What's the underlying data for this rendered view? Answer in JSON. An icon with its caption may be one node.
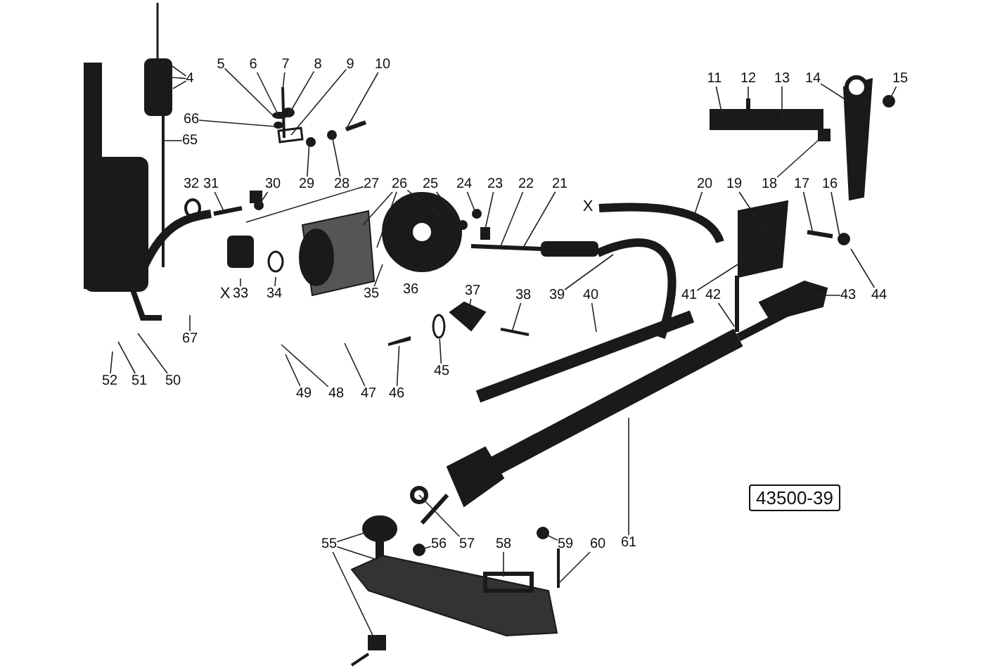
{
  "diagram": {
    "nodes": [
      {
        "text": [
          "4"
        ]
      },
      {
        "text": [
          "5"
        ]
      },
      {
        "text": [
          "6"
        ]
      },
      {
        "text": [
          "7"
        ]
      },
      {
        "text": [
          "8"
        ]
      },
      {
        "text": [
          "9"
        ]
      },
      {
        "text": [
          "10"
        ]
      },
      {
        "text": [
          "11"
        ]
      },
      {
        "text": [
          "12"
        ]
      },
      {
        "text": [
          "13"
        ]
      },
      {
        "text": [
          "14"
        ]
      },
      {
        "text": [
          "15"
        ]
      },
      {
        "text": [
          "66"
        ]
      },
      {
        "text": [
          "65"
        ]
      },
      {
        "text": [
          "32"
        ]
      },
      {
        "text": [
          "31"
        ]
      },
      {
        "text": [
          "30"
        ]
      },
      {
        "text": [
          "29"
        ]
      },
      {
        "text": [
          "28"
        ]
      },
      {
        "text": [
          "27"
        ]
      },
      {
        "text": [
          "26"
        ]
      },
      {
        "text": [
          "25"
        ]
      },
      {
        "text": [
          "24"
        ]
      },
      {
        "text": [
          "23"
        ]
      },
      {
        "text": [
          "22"
        ]
      },
      {
        "text": [
          "21"
        ]
      },
      {
        "text": [
          "20"
        ]
      },
      {
        "text": [
          "19"
        ]
      },
      {
        "text": [
          "18"
        ]
      },
      {
        "text": [
          "17"
        ]
      },
      {
        "text": [
          "16"
        ]
      },
      {
        "text": [
          "33"
        ]
      },
      {
        "text": [
          "34"
        ]
      },
      {
        "text": [
          "35"
        ]
      },
      {
        "text": [
          "36"
        ]
      },
      {
        "text": [
          "37"
        ]
      },
      {
        "text": [
          "38"
        ]
      },
      {
        "text": [
          "39"
        ]
      },
      {
        "text": [
          "40"
        ]
      },
      {
        "text": [
          "41"
        ]
      },
      {
        "text": [
          "42"
        ]
      },
      {
        "text": [
          "43"
        ]
      },
      {
        "text": [
          "44"
        ]
      },
      {
        "text": [
          "67"
        ]
      },
      {
        "text": [
          "52"
        ]
      },
      {
        "text": [
          "51"
        ]
      },
      {
        "text": [
          "50"
        ]
      },
      {
        "text": [
          "49"
        ]
      },
      {
        "text": [
          "48"
        ]
      },
      {
        "text": [
          "47"
        ]
      },
      {
        "text": [
          "46"
        ]
      },
      {
        "text": [
          "45"
        ]
      },
      {
        "text": [
          "43500-39"
        ]
      },
      {
        "text": [
          "61"
        ]
      },
      {
        "text": [
          "55"
        ]
      },
      {
        "text": [
          "56"
        ]
      },
      {
        "text": [
          "57"
        ]
      },
      {
        "text": [
          "58"
        ]
      },
      {
        "text": [
          "59"
        ]
      },
      {
        "text": [
          "60"
        ]
      },
      {
        "text": [],
        "shape": "bar"
      },
      {
        "text": [],
        "shape": "circle"
      }
    ],
    "edges": [
      {
        "from": 0,
        "to": null,
        "arrow": "none"
      },
      {
        "from": 0,
        "to": null,
        "arrow": "none"
      },
      {
        "from": 0,
        "to": null,
        "arrow": "none"
      },
      {
        "from": 1,
        "to": null,
        "arrow": "none"
      },
      {
        "from": 2,
        "to": null,
        "arrow": "none"
      },
      {
        "from": 3,
        "to": null,
        "arrow": "none"
      },
      {
        "from": 4,
        "to": null,
        "arrow": "none"
      },
      {
        "from": 5,
        "to": null,
        "arrow": "none"
      },
      {
        "from": 6,
        "to": null,
        "arrow": "none"
      },
      {
        "from": 7,
        "to": null,
        "arrow": "none"
      },
      {
        "from": 8,
        "to": null,
        "arrow": "none"
      },
      {
        "from": 9,
        "to": null,
        "arrow": "none"
      },
      {
        "from": 10,
        "to": null,
        "arrow": "none"
      },
      {
        "from": 11,
        "to": null,
        "arrow": "none"
      },
      {
        "from": 12,
        "to": null,
        "arrow": "none"
      },
      {
        "from": 13,
        "to": null,
        "arrow": "none"
      },
      {
        "from": 15,
        "to": null,
        "arrow": "none"
      },
      {
        "from": 16,
        "to": null,
        "arrow": "none"
      },
      {
        "from": 17,
        "to": null,
        "arrow": "none"
      },
      {
        "from": 18,
        "to": null,
        "arrow": "none"
      },
      {
        "from": 19,
        "to": null,
        "arrow": "none"
      },
      {
        "from": 20,
        "to": null,
        "arrow": "none"
      },
      {
        "from": 20,
        "to": null,
        "arrow": "none"
      },
      {
        "from": 20,
        "to": null,
        "arrow": "none"
      },
      {
        "from": 21,
        "to": null,
        "arrow": "none"
      },
      {
        "from": 22,
        "to": null,
        "arrow": "none"
      },
      {
        "from": 23,
        "to": null,
        "arrow": "none"
      },
      {
        "from": 24,
        "to": null,
        "arrow": "none"
      },
      {
        "from": 25,
        "to": null,
        "arrow": "none"
      },
      {
        "from": 26,
        "to": null,
        "arrow": "none"
      },
      {
        "from": 27,
        "to": null,
        "arrow": "none"
      },
      {
        "from": 28,
        "to": null,
        "arrow": "none"
      },
      {
        "from": 29,
        "to": null,
        "arrow": "none"
      },
      {
        "from": 30,
        "to": null,
        "arrow": "none"
      },
      {
        "from": 31,
        "to": null,
        "arrow": "none"
      },
      {
        "from": 32,
        "to": null,
        "arrow": "none"
      },
      {
        "from": 33,
        "to": null,
        "arrow": "none"
      },
      {
        "from": 35,
        "to": null,
        "arrow": "none"
      },
      {
        "from": 36,
        "to": null,
        "arrow": "none"
      },
      {
        "from": 37,
        "to": null,
        "arrow": "none"
      },
      {
        "from": 38,
        "to": null,
        "arrow": "none"
      },
      {
        "from": 39,
        "to": null,
        "arrow": "none"
      },
      {
        "from": 40,
        "to": null,
        "arrow": "none"
      },
      {
        "from": 41,
        "to": null,
        "arrow": "none"
      },
      {
        "from": 42,
        "to": null,
        "arrow": "none"
      },
      {
        "from": 43,
        "to": null,
        "arrow": "none"
      },
      {
        "from": 44,
        "to": null,
        "arrow": "none"
      },
      {
        "from": 45,
        "to": null,
        "arrow": "none"
      },
      {
        "from": 46,
        "to": null,
        "arrow": "none"
      },
      {
        "from": 47,
        "to": null,
        "arrow": "none"
      },
      {
        "from": 48,
        "to": null,
        "arrow": "none"
      },
      {
        "from": 49,
        "to": null,
        "arrow": "none"
      },
      {
        "from": 50,
        "to": 60,
        "arrow": "none"
      },
      {
        "from": 51,
        "to": 61,
        "arrow": "none"
      },
      {
        "from": 53,
        "to": null,
        "arrow": "none"
      },
      {
        "from": 54,
        "to": null,
        "arrow": "none"
      },
      {
        "from": 54,
        "to": null,
        "arrow": "none"
      },
      {
        "from": 54,
        "to": null,
        "arrow": "none"
      },
      {
        "from": 55,
        "to": null,
        "arrow": "none"
      },
      {
        "from": 56,
        "to": null,
        "arrow": "none"
      },
      {
        "from": 57,
        "to": null,
        "arrow": "none"
      },
      {
        "from": 58,
        "to": null,
        "arrow": "none"
      },
      {
        "from": 59,
        "to": null,
        "arrow": "none"
      }
    ],
    "labels": [
      "X",
      "X"
    ]
  }
}
